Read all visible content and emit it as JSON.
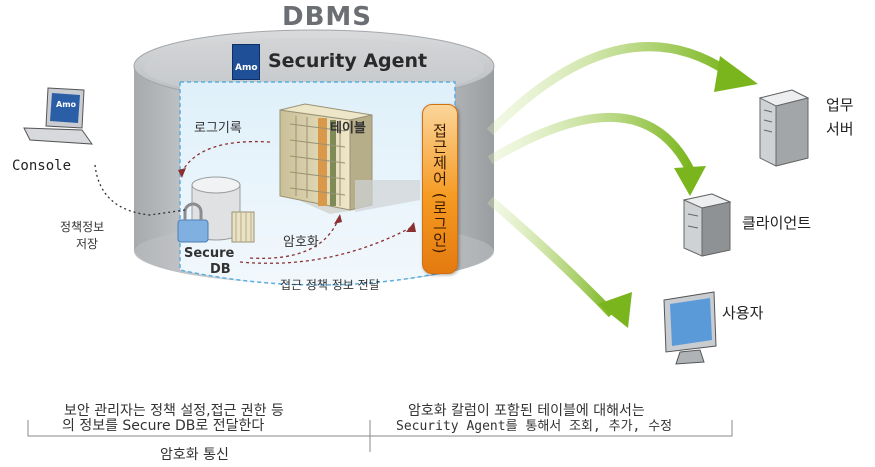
{
  "title": "DBMS",
  "agent_title": "Security Agent",
  "logo_text": "Amo",
  "laptop_logo": "Amo",
  "left": {
    "console": "Console",
    "policy_line1": "정책정보",
    "policy_line2": "저장"
  },
  "inner": {
    "log_record": "로그기록",
    "table": "테이블",
    "encrypt": "암호화",
    "secure_db_line1": "Secure",
    "secure_db_line2": "DB",
    "policy_transfer": "접근 정책 정보 전달",
    "access_control": "접근제어 (로그인)"
  },
  "right": {
    "server_line1": "업무",
    "server_line2": "서버",
    "client": "클라이언트",
    "user": "사용자"
  },
  "bottom": {
    "left_line1": "보안 관리자는 정책 설정,접근 권한 등",
    "left_line2": "의 정보를  Secure DB로 전달한다",
    "right_line1": "암호화 칼럼이 포함된 테이블에 대해서는",
    "right_line2": "Security Agent를 통해서 조회, 추가, 수정",
    "caption": "암호화 통신"
  },
  "colors": {
    "arrow_green": "#7ab51d",
    "control_orange": "#f59a22",
    "cylinder_grey": "#c9cbcd",
    "inner_blue": "#e6f2fa"
  }
}
